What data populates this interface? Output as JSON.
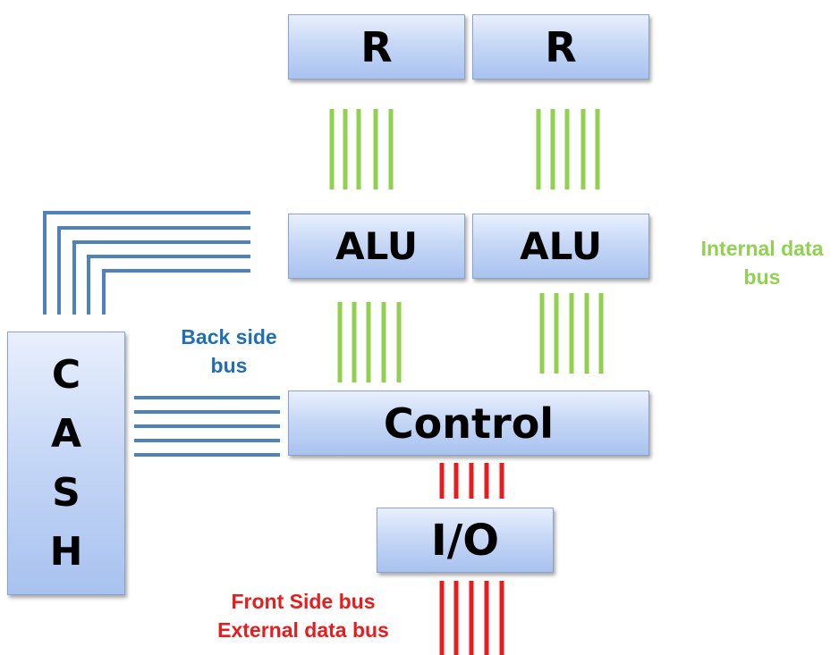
{
  "blocks": {
    "r_left": "R",
    "r_right": "R",
    "alu_left": "ALU",
    "alu_right": "ALU",
    "control": "Control",
    "io": "I/O",
    "cash_letters": [
      "C",
      "A",
      "S",
      "H"
    ]
  },
  "labels": {
    "internal_bus_line1": "Internal data",
    "internal_bus_line2": "bus",
    "back_side_line1": "Back side",
    "back_side_line2": "bus",
    "front_side_line1": "Front Side bus",
    "front_side_line2": "External data bus"
  },
  "colors": {
    "internal_bus": "#92d050",
    "back_side_bus": "#4f81bd",
    "front_side_bus": "#e81c1c",
    "back_side_label": "#1f6fb5",
    "internal_label": "#92d050",
    "front_label": "#e81c1c"
  }
}
